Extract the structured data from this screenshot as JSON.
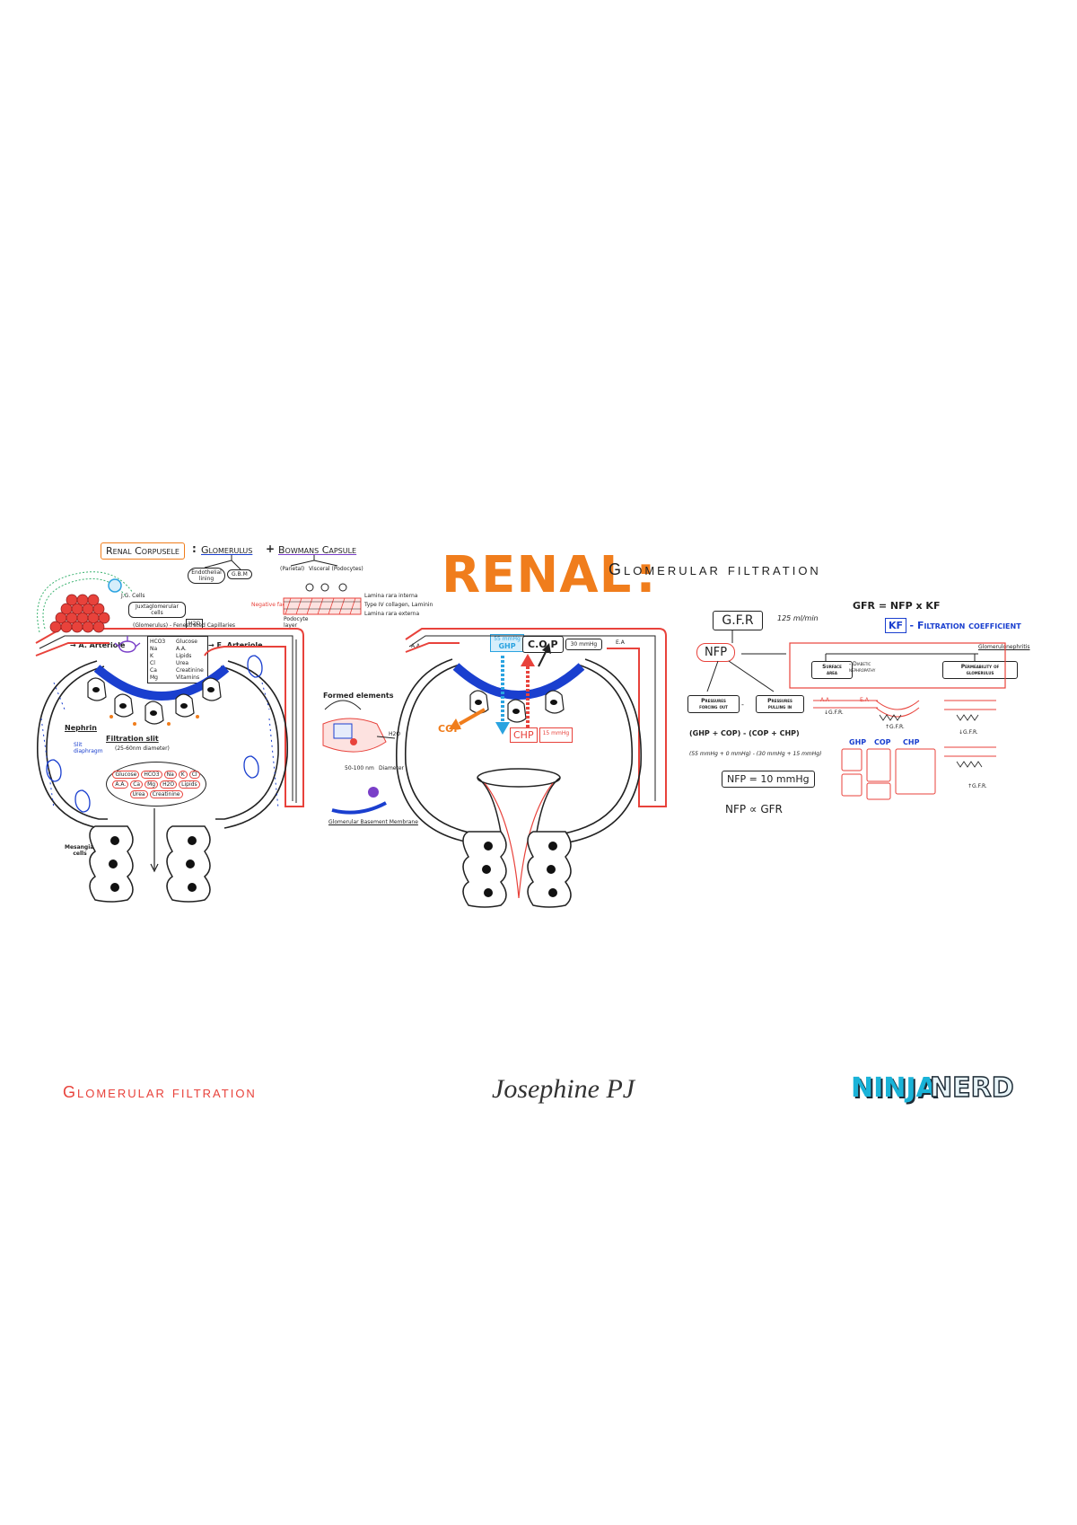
{
  "title": {
    "main": "RENAL",
    "colon": ":",
    "sub": "Glomerular filtration"
  },
  "corpuscle": {
    "header_left": "Renal Corpusele",
    "header_colon": ":",
    "glomerulus": "Glomerulus",
    "plus": "+",
    "bowmans": "Bowmans Capsule",
    "glom_sub1": "Endothelial lining",
    "glom_sub2": "G.B.M",
    "bow_sub1": "(Parietal)",
    "bow_sub2": "Visceral (Podocytes)",
    "jg": "J.G. Cells",
    "juxta": "Juxtaglomerular cells",
    "fenestrated": "(Glomerulus) - Fenestrated Capillaries",
    "a_arteriole": "A. Arteriole",
    "e_arteriole": "E. Arteriole",
    "nephrin": "Nephrin",
    "slit_diaphragm": "Slit diaphragm",
    "filtration_slit": "Filtration slit",
    "slit_size": "(25-60nm diameter)",
    "mesangial": "Mesangial cells",
    "endothelial": "Endothelial",
    "formed": "Formed elements",
    "gbm": "Glomerular Basement Membrane",
    "size": "50-100 nm",
    "diameter": "Diameter",
    "lamina1": "Lamina rara interna",
    "lamina2": "Type IV collagen, Laminin",
    "lamina3": "Lamina rara externa",
    "negative": "Negative factor",
    "podocyte": "Podocyte layer",
    "solutes": [
      "HCO3",
      "Na",
      "K",
      "Cl",
      "Ca",
      "Mg",
      "Glucose",
      "A.A.",
      "Lipids",
      "Urea",
      "Creatinine",
      "Vitamins",
      "H2O"
    ],
    "filtrate": [
      "Glucose",
      "HCO3",
      "Na",
      "K",
      "Cl",
      "A.A.",
      "Ca",
      "Mg",
      "H2O",
      "Lipids",
      "Urea",
      "Creatinine"
    ],
    "h2o": "H2O"
  },
  "pressures": {
    "ghp": "GHP",
    "ghp_val": "55 mmHg",
    "cop": "C.O.P",
    "cop_val": "30 mmHg",
    "cop_short": "COP",
    "chp": "CHP",
    "chp_val": "15 mmHg",
    "aa": "A.A",
    "ea": "E.A"
  },
  "gfr": {
    "gfr_label": "G.F.R",
    "gfr_value": "125 ml/min",
    "formula": "GFR = NFP x KF",
    "kf": "KF",
    "kf_desc": "- Filtration coefficient",
    "nfp": "NFP",
    "glomerulonephritis": "Glomerulonephritis",
    "surface": "Surface area",
    "diabetic": "- Diabetic nephropathy",
    "permeability": "Permeability of glomerulus",
    "forcing": "Pressures forcing out",
    "minus": "-",
    "pulling": "Pressures pulling in",
    "eq1": "(GHP + COP) - (COP + CHP)",
    "eq2": "(55 mmHg + 0 mmHg) - (30 mmHg + 15 mmHg)",
    "nfp_result": "NFP = 10 mmHg",
    "prop": "NFP ∝ GFR",
    "aa": "A.A",
    "ea": "E.A",
    "down_gfr": "↓G.F.R.",
    "up_gfr": "↑G.F.R.",
    "ghp": "GHP",
    "cop": "COP",
    "chp": "CHP",
    "down_gfr2": "↓G.F.R.",
    "up_gfr2": "↑G.F.R."
  },
  "footer": {
    "left": "Glomerular filtration",
    "signature": "Josephine PJ",
    "logo_ninja": "NINJA",
    "logo_nerd": "NERD"
  },
  "colors": {
    "orange": "#f07d1c",
    "red": "#e8423b",
    "blue": "#1a3fcf",
    "lightblue": "#2aa3e0",
    "purple": "#7a3fc8",
    "green": "#3cb371"
  }
}
